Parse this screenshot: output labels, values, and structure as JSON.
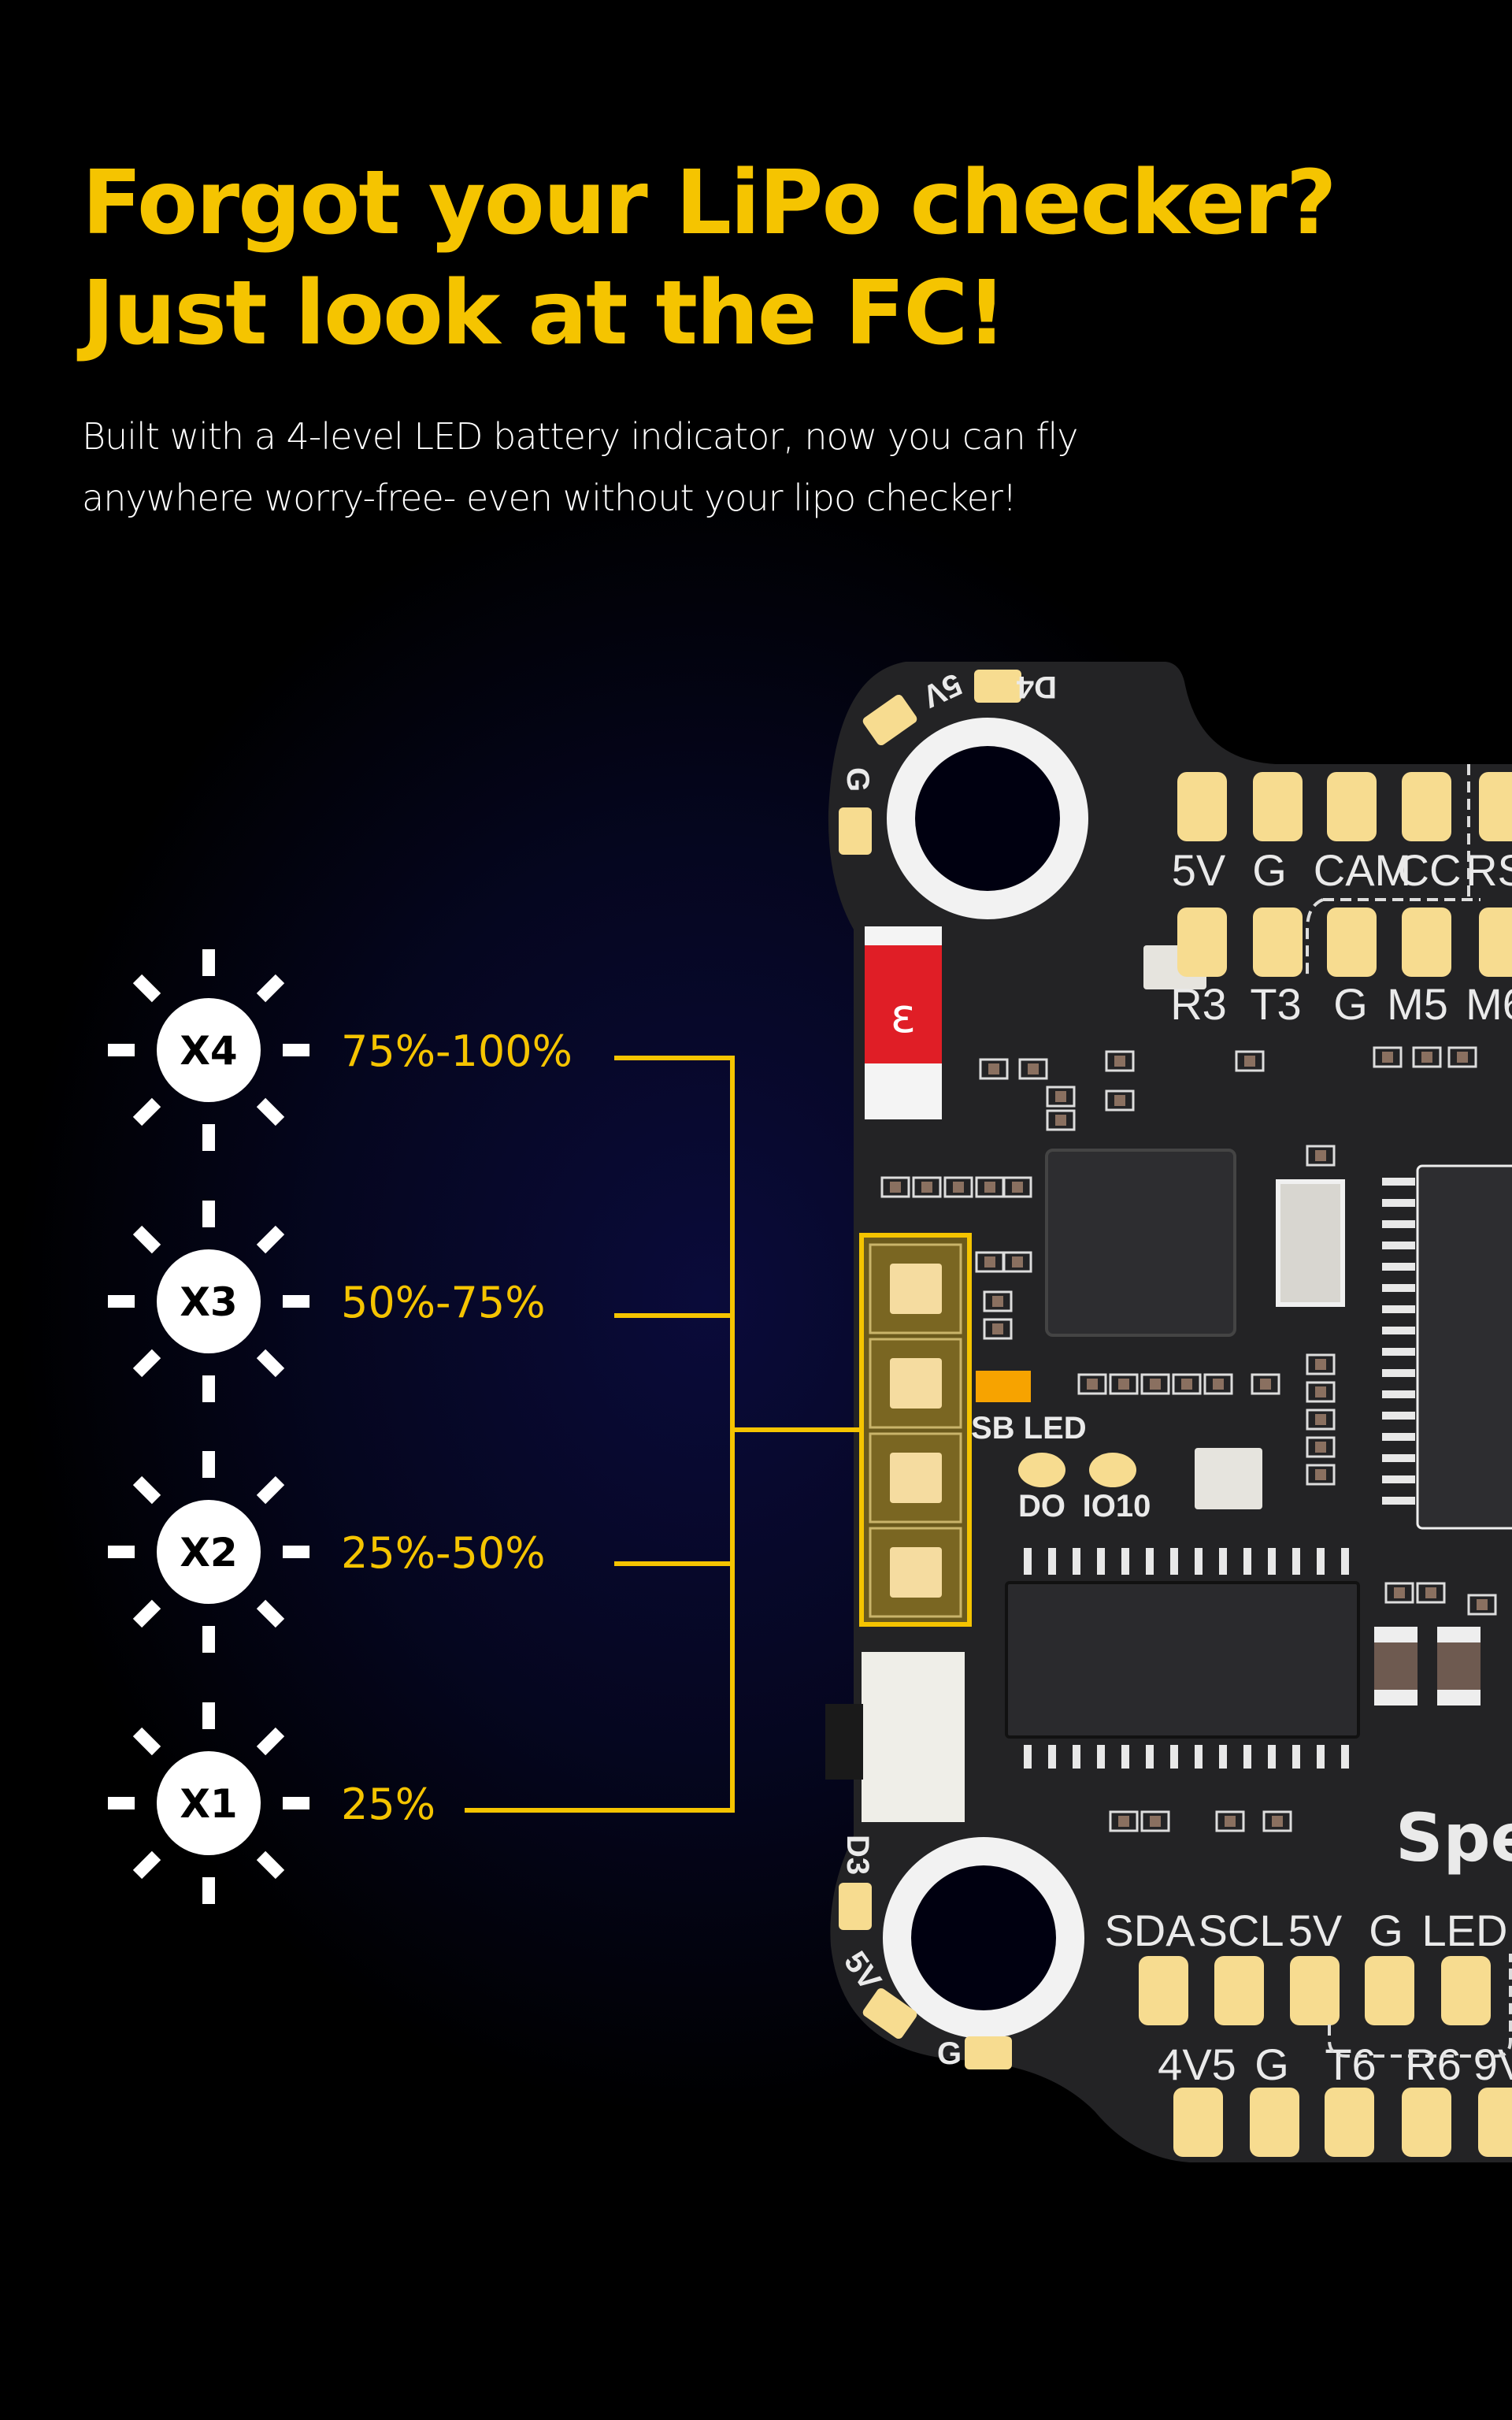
{
  "headline": {
    "line1": "Forgot your LiPo checker?",
    "line2": "Just look at the FC!"
  },
  "subtitle": {
    "line1": "Built with a 4-level LED battery indicator, now you can fly",
    "line2": "anywhere worry-free- even without your lipo checker!"
  },
  "levels": [
    {
      "led": "X4",
      "range": "75%-100%"
    },
    {
      "led": "X3",
      "range": "50%-75%"
    },
    {
      "led": "X2",
      "range": "25%-50%"
    },
    {
      "led": "X1",
      "range": "25%"
    }
  ],
  "board": {
    "top_row1": [
      "5V",
      "G",
      "CAM",
      "CC",
      "RS"
    ],
    "top_row2": [
      "R3",
      "T3",
      "G",
      "M5",
      "M6"
    ],
    "bottom_row1": [
      "SDA",
      "SCL",
      "5V",
      "G",
      "LED"
    ],
    "bottom_row2": [
      "4V5",
      "G",
      "T6",
      "R6",
      "9V"
    ],
    "corner_top": [
      "D4",
      "5V",
      "G"
    ],
    "corner_bottom": [
      "D3",
      "5V",
      "G"
    ],
    "led_label": "SB LED",
    "pad_labels": [
      "DO",
      "IO10"
    ],
    "brand_partial": "Spe"
  },
  "colors": {
    "accent": "#f5c400",
    "pcb": "#232325",
    "pad": "#f7dc90",
    "background": "#000000"
  },
  "icons": {
    "led": "sun-led-icon"
  }
}
